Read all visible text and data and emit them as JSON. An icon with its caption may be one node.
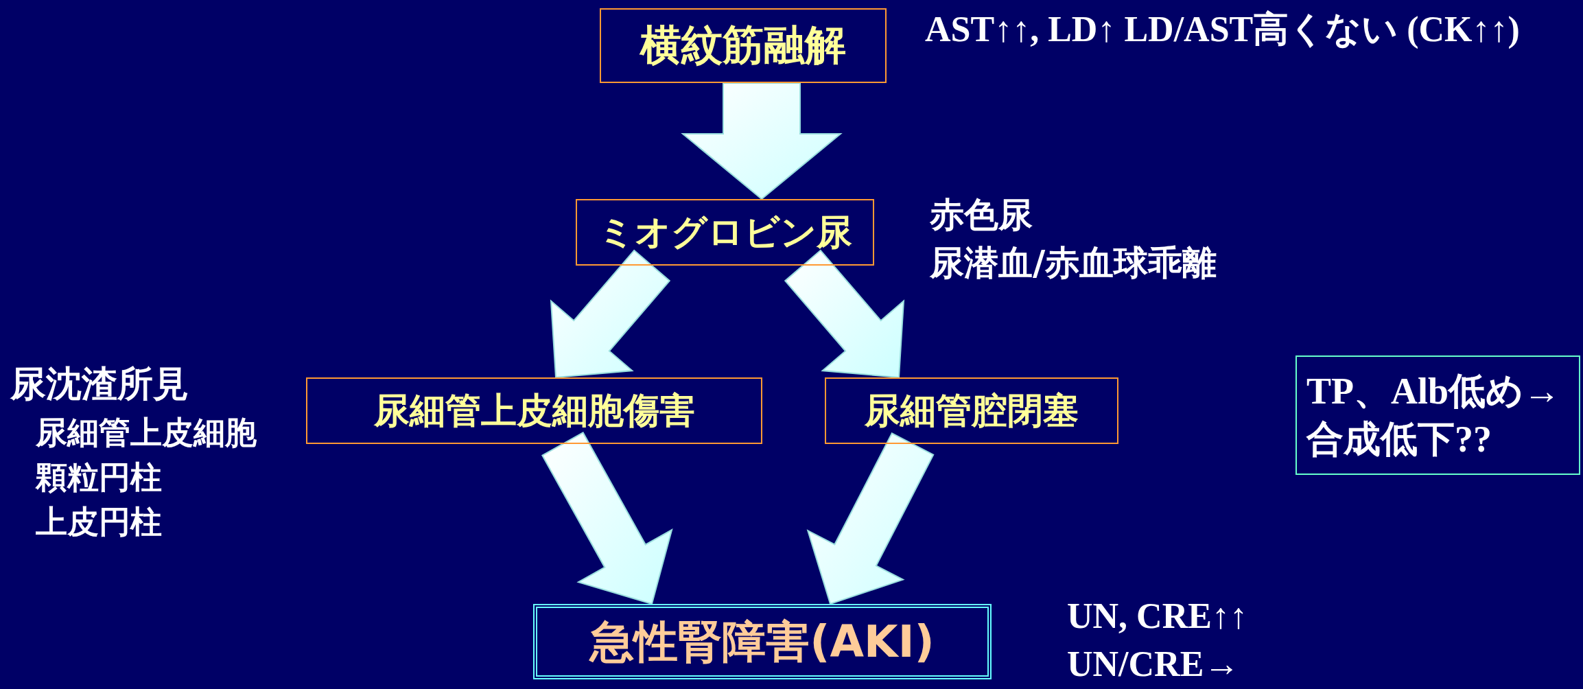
{
  "diagram": {
    "nodes": [
      {
        "text": [
          "横紋筋融解"
        ],
        "beside": [
          "AST↑↑, LD↑ LD/AST高くない (CK↑↑)"
        ]
      },
      {
        "text": [
          "ミオグロビン尿"
        ],
        "beside": [
          "赤色尿",
          "尿潜血/赤血球乖離"
        ]
      },
      {
        "text": [
          "尿細管上皮細胞傷害"
        ]
      },
      {
        "text": [
          "尿細管腔閉塞"
        ]
      },
      {
        "text": [
          "急性腎障害(AKI)"
        ],
        "beside": [
          "UN, CRE↑↑",
          "UN/CRE→"
        ]
      },
      {
        "text": [
          "TP、Alb低め→合成低下??"
        ]
      }
    ],
    "edges": [
      {
        "from": 0,
        "to": 1,
        "arrow": "to"
      },
      {
        "from": 1,
        "to": 2,
        "arrow": "to"
      },
      {
        "from": 1,
        "to": 3,
        "arrow": "to"
      },
      {
        "from": 2,
        "to": 4,
        "arrow": "to"
      },
      {
        "from": 3,
        "to": 4,
        "arrow": "to"
      }
    ],
    "labels": [
      "尿沈渣所見",
      "尿細管上皮細胞",
      "顆粒円柱",
      "上皮円柱"
    ]
  }
}
